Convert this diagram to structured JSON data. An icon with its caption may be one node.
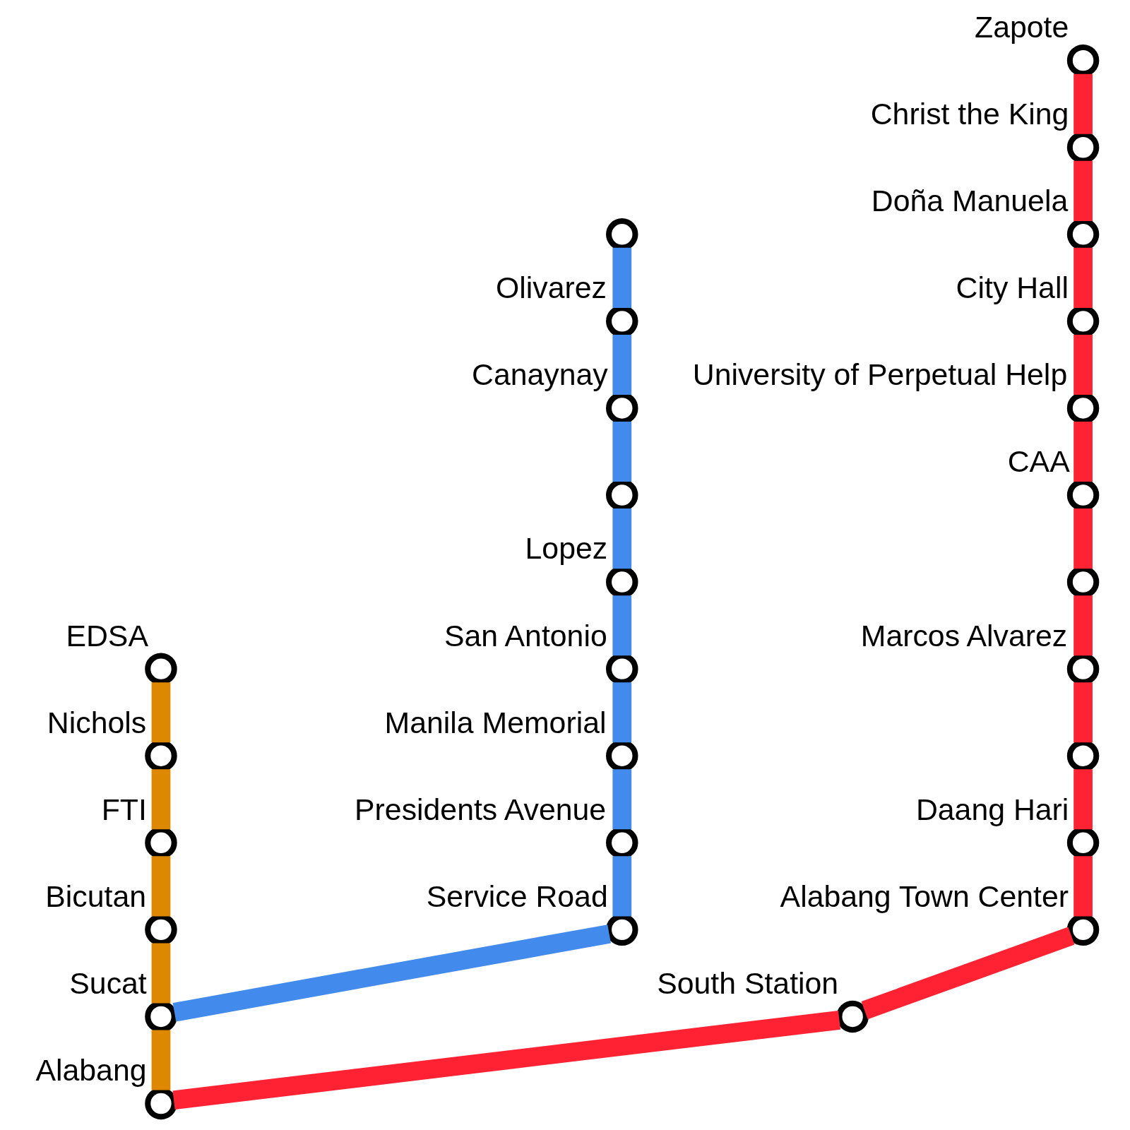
{
  "diagram": {
    "nodes": [
      {
        "text": [],
        "shape": "circle",
        "beside": [
          "EDSA"
        ]
      },
      {
        "text": [],
        "shape": "circle",
        "beside": [
          "Nichols"
        ]
      },
      {
        "text": [],
        "shape": "circle",
        "beside": [
          "FTI"
        ]
      },
      {
        "text": [],
        "shape": "circle",
        "beside": [
          "Bicutan"
        ]
      },
      {
        "text": [],
        "shape": "circle"
      },
      {
        "text": [],
        "shape": "circle",
        "beside": [
          "Olivarez"
        ]
      },
      {
        "text": [],
        "shape": "circle",
        "beside": [
          "Canaynay"
        ]
      },
      {
        "text": [],
        "shape": "circle"
      },
      {
        "text": [],
        "shape": "circle",
        "beside": [
          "Lopez"
        ]
      },
      {
        "text": [],
        "shape": "circle",
        "beside": [
          "San Antonio"
        ]
      },
      {
        "text": [],
        "shape": "circle",
        "beside": [
          "Manila Memorial"
        ]
      },
      {
        "text": [],
        "shape": "circle",
        "beside": [
          "Presidents Avenue"
        ]
      },
      {
        "text": [],
        "shape": "circle",
        "beside": [
          "Service Road"
        ]
      },
      {
        "text": [],
        "shape": "circle",
        "beside": [
          "Sucat"
        ]
      },
      {
        "text": [],
        "shape": "circle",
        "beside": [
          "Zapote"
        ]
      },
      {
        "text": [],
        "shape": "circle",
        "beside": [
          "Christ the King"
        ]
      },
      {
        "text": [],
        "shape": "circle",
        "beside": [
          "Doña Manuela"
        ]
      },
      {
        "text": [],
        "shape": "circle",
        "beside": [
          "City Hall"
        ]
      },
      {
        "text": [],
        "shape": "circle",
        "beside": [
          "University of Perpetual Help"
        ]
      },
      {
        "text": [],
        "shape": "circle",
        "beside": [
          "CAA"
        ]
      },
      {
        "text": [],
        "shape": "circle"
      },
      {
        "text": [],
        "shape": "circle",
        "beside": [
          "Marcos Alvarez"
        ]
      },
      {
        "text": [],
        "shape": "circle"
      },
      {
        "text": [],
        "shape": "circle",
        "beside": [
          "Daang Hari"
        ]
      },
      {
        "text": [],
        "shape": "circle",
        "beside": [
          "Alabang Town Center"
        ]
      },
      {
        "text": [],
        "shape": "circle",
        "beside": [
          "South Station"
        ]
      },
      {
        "text": [],
        "shape": "circle",
        "beside": [
          "Alabang"
        ]
      }
    ],
    "edges": [
      {
        "from": 0,
        "to": 1,
        "arrow": "none",
        "color": "#dd8800"
      },
      {
        "from": 1,
        "to": 2,
        "arrow": "none",
        "color": "#dd8800"
      },
      {
        "from": 2,
        "to": 3,
        "arrow": "none",
        "color": "#dd8800"
      },
      {
        "from": 3,
        "to": 13,
        "arrow": "none",
        "color": "#dd8800"
      },
      {
        "from": 13,
        "to": 26,
        "arrow": "none",
        "color": "#dd8800"
      },
      {
        "from": 4,
        "to": 5,
        "arrow": "none",
        "color": "#428bec"
      },
      {
        "from": 5,
        "to": 6,
        "arrow": "none",
        "color": "#428bec"
      },
      {
        "from": 6,
        "to": 7,
        "arrow": "none",
        "color": "#428bec"
      },
      {
        "from": 7,
        "to": 8,
        "arrow": "none",
        "color": "#428bec"
      },
      {
        "from": 8,
        "to": 9,
        "arrow": "none",
        "color": "#428bec"
      },
      {
        "from": 9,
        "to": 10,
        "arrow": "none",
        "color": "#428bec"
      },
      {
        "from": 10,
        "to": 11,
        "arrow": "none",
        "color": "#428bec"
      },
      {
        "from": 11,
        "to": 12,
        "arrow": "none",
        "color": "#428bec"
      },
      {
        "from": 12,
        "to": 13,
        "arrow": "none",
        "color": "#428bec"
      },
      {
        "from": 14,
        "to": 15,
        "arrow": "none",
        "color": "#ff2233"
      },
      {
        "from": 15,
        "to": 16,
        "arrow": "none",
        "color": "#ff2233"
      },
      {
        "from": 16,
        "to": 17,
        "arrow": "none",
        "color": "#ff2233"
      },
      {
        "from": 17,
        "to": 18,
        "arrow": "none",
        "color": "#ff2233"
      },
      {
        "from": 18,
        "to": 19,
        "arrow": "none",
        "color": "#ff2233"
      },
      {
        "from": 19,
        "to": 20,
        "arrow": "none",
        "color": "#ff2233"
      },
      {
        "from": 20,
        "to": 21,
        "arrow": "none",
        "color": "#ff2233"
      },
      {
        "from": 21,
        "to": 22,
        "arrow": "none",
        "color": "#ff2233"
      },
      {
        "from": 22,
        "to": 23,
        "arrow": "none",
        "color": "#ff2233"
      },
      {
        "from": 23,
        "to": 24,
        "arrow": "none",
        "color": "#ff2233"
      },
      {
        "from": 24,
        "to": 25,
        "arrow": "none",
        "color": "#ff2233"
      },
      {
        "from": 25,
        "to": 26,
        "arrow": "none",
        "color": "#ff2233"
      }
    ]
  }
}
